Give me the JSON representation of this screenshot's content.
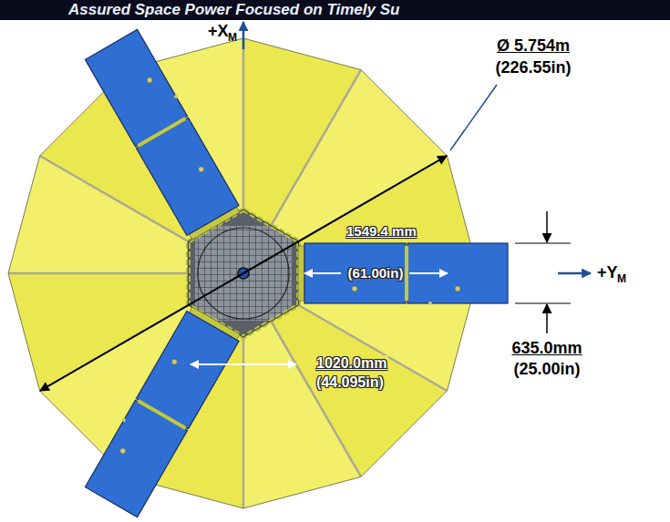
{
  "diagram": {
    "labels": [
      "Assured Space Power Focused on Timely Su",
      "+X",
      "M",
      "Ø 5.754m",
      "(226.55in)",
      "1549.4 mm",
      "(61.00in)",
      "+Y",
      "M",
      "1020.0mm",
      "(44.095in)",
      "635.0mm",
      "(25.00in)"
    ]
  }
}
